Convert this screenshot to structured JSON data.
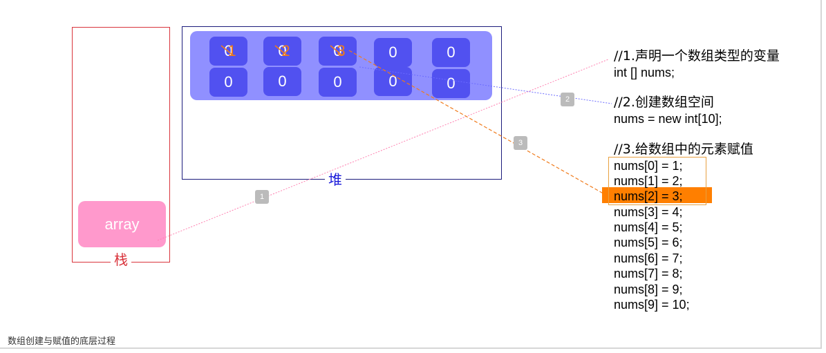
{
  "stack": {
    "label": "栈",
    "variable": "array"
  },
  "heap": {
    "label": "堆",
    "cells_row1": [
      {
        "old": "0",
        "new": "1"
      },
      {
        "old": "0",
        "new": "2"
      },
      {
        "old": "0",
        "new": "3"
      },
      {
        "old": "0",
        "new": ""
      },
      {
        "old": "0",
        "new": ""
      }
    ],
    "cells_row2": [
      "0",
      "0",
      "0",
      "0",
      "0"
    ]
  },
  "code": {
    "step1_comment": "//1.声明一个数组类型的变量",
    "step1_code": "int [] nums;",
    "step2_comment": "//2.创建数组空间",
    "step2_code": "nums = new int[10];",
    "step3_comment": "//3.给数组中的元素赋值",
    "assignments": [
      "nums[0] = 1;",
      "nums[1] = 2;",
      "nums[2] = 3;",
      "nums[3] = 4;",
      "nums[4] = 5;",
      "nums[5] = 6;",
      "nums[6] = 7;",
      "nums[7] = 8;",
      "nums[8] = 9;",
      "nums[9] = 10;"
    ]
  },
  "badges": {
    "step1": "1",
    "step2": "2",
    "step3": "3"
  },
  "caption": "数组创建与赋值的底层过程",
  "colors": {
    "stack_border": "#d9333b",
    "heap_border": "#1a1a7a",
    "array_var_fill": "#ff99cc",
    "array_space_fill": "#9090ff",
    "cell_fill": "#5151f0",
    "assigned_value": "#f07a1a",
    "highlight": "#ff7f00",
    "badge": "#bbbbbb"
  }
}
